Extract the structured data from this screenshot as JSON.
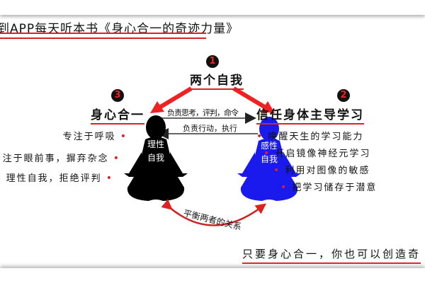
{
  "title": "到APP每天听本书《身心合一的奇迹力量》",
  "nodes": {
    "center": {
      "number": "1",
      "label": "两个自我"
    },
    "left": {
      "number": "3",
      "label": "身心合一"
    },
    "right": {
      "number": "2",
      "label": "信任身体主导学习"
    }
  },
  "arrows": {
    "top": "负责思考，评判，命令",
    "bottom": "负责行动，执行",
    "balance": "平衡两者的关系"
  },
  "figures": {
    "rational": [
      "理性",
      "自我"
    ],
    "emotional": [
      "感性",
      "自我"
    ]
  },
  "left_bullets": [
    "专注于呼吸",
    "注于眼前事，摒弃杂念",
    "理性自我，拒绝评判"
  ],
  "right_bullets": [
    "唤醒天生的学习能力",
    "开启镜像神经元学习",
    "利用对图像的敏感",
    "把学习储存于潜意"
  ],
  "footer": "只要身心合一，你也可以创造奇",
  "colors": {
    "accent": "#d22222",
    "rational": "#000000",
    "emotional": "#1a1aee"
  }
}
